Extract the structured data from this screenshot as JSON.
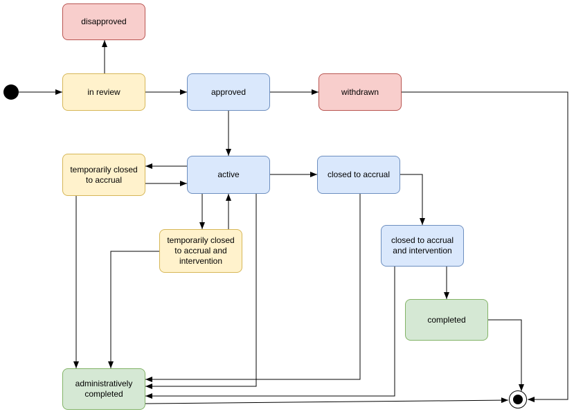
{
  "diagram": {
    "type": "state-machine",
    "palette": {
      "yellow_fill": "#fff2cc",
      "yellow_stroke": "#d6b656",
      "blue_fill": "#dae8fc",
      "blue_stroke": "#6c8ebf",
      "red_fill": "#f8cecc",
      "red_stroke": "#b85450",
      "green_fill": "#d5e8d4",
      "green_stroke": "#82b366",
      "edge_color": "#000000",
      "background": "#ffffff"
    },
    "nodes": [
      {
        "id": "initial",
        "kind": "initial-state",
        "label": ""
      },
      {
        "id": "disapproved",
        "kind": "state",
        "label": "disapproved",
        "color": "red"
      },
      {
        "id": "in_review",
        "kind": "state",
        "label": "in review",
        "color": "yellow"
      },
      {
        "id": "approved",
        "kind": "state",
        "label": "approved",
        "color": "blue"
      },
      {
        "id": "withdrawn",
        "kind": "state",
        "label": "withdrawn",
        "color": "red"
      },
      {
        "id": "temporarily_closed_to_accrual",
        "kind": "state",
        "label": "temporarily closed to accrual",
        "color": "yellow"
      },
      {
        "id": "active",
        "kind": "state",
        "label": "active",
        "color": "blue"
      },
      {
        "id": "closed_to_accrual",
        "kind": "state",
        "label": "closed to accrual",
        "color": "blue"
      },
      {
        "id": "temporarily_closed_to_accrual_and_intervention",
        "kind": "state",
        "label": "temporarily closed to accrual and intervention",
        "color": "yellow"
      },
      {
        "id": "closed_to_accrual_and_intervention",
        "kind": "state",
        "label": "closed to accrual and intervention",
        "color": "blue"
      },
      {
        "id": "completed",
        "kind": "state",
        "label": "completed",
        "color": "green"
      },
      {
        "id": "administratively_completed",
        "kind": "state",
        "label": "administratively completed",
        "color": "green"
      },
      {
        "id": "final",
        "kind": "final-state",
        "label": ""
      }
    ],
    "edges": [
      {
        "from": "initial",
        "to": "in_review"
      },
      {
        "from": "in_review",
        "to": "disapproved"
      },
      {
        "from": "in_review",
        "to": "approved"
      },
      {
        "from": "approved",
        "to": "withdrawn"
      },
      {
        "from": "approved",
        "to": "active"
      },
      {
        "from": "active",
        "to": "temporarily_closed_to_accrual"
      },
      {
        "from": "temporarily_closed_to_accrual",
        "to": "active"
      },
      {
        "from": "active",
        "to": "closed_to_accrual"
      },
      {
        "from": "active",
        "to": "temporarily_closed_to_accrual_and_intervention"
      },
      {
        "from": "temporarily_closed_to_accrual_and_intervention",
        "to": "active"
      },
      {
        "from": "closed_to_accrual",
        "to": "closed_to_accrual_and_intervention"
      },
      {
        "from": "closed_to_accrual_and_intervention",
        "to": "completed"
      },
      {
        "from": "withdrawn",
        "to": "final"
      },
      {
        "from": "completed",
        "to": "final"
      },
      {
        "from": "temporarily_closed_to_accrual",
        "to": "administratively_completed"
      },
      {
        "from": "temporarily_closed_to_accrual_and_intervention",
        "to": "administratively_completed"
      },
      {
        "from": "active",
        "to": "administratively_completed"
      },
      {
        "from": "closed_to_accrual",
        "to": "administratively_completed"
      },
      {
        "from": "closed_to_accrual_and_intervention",
        "to": "administratively_completed"
      },
      {
        "from": "administratively_completed",
        "to": "final"
      }
    ]
  }
}
